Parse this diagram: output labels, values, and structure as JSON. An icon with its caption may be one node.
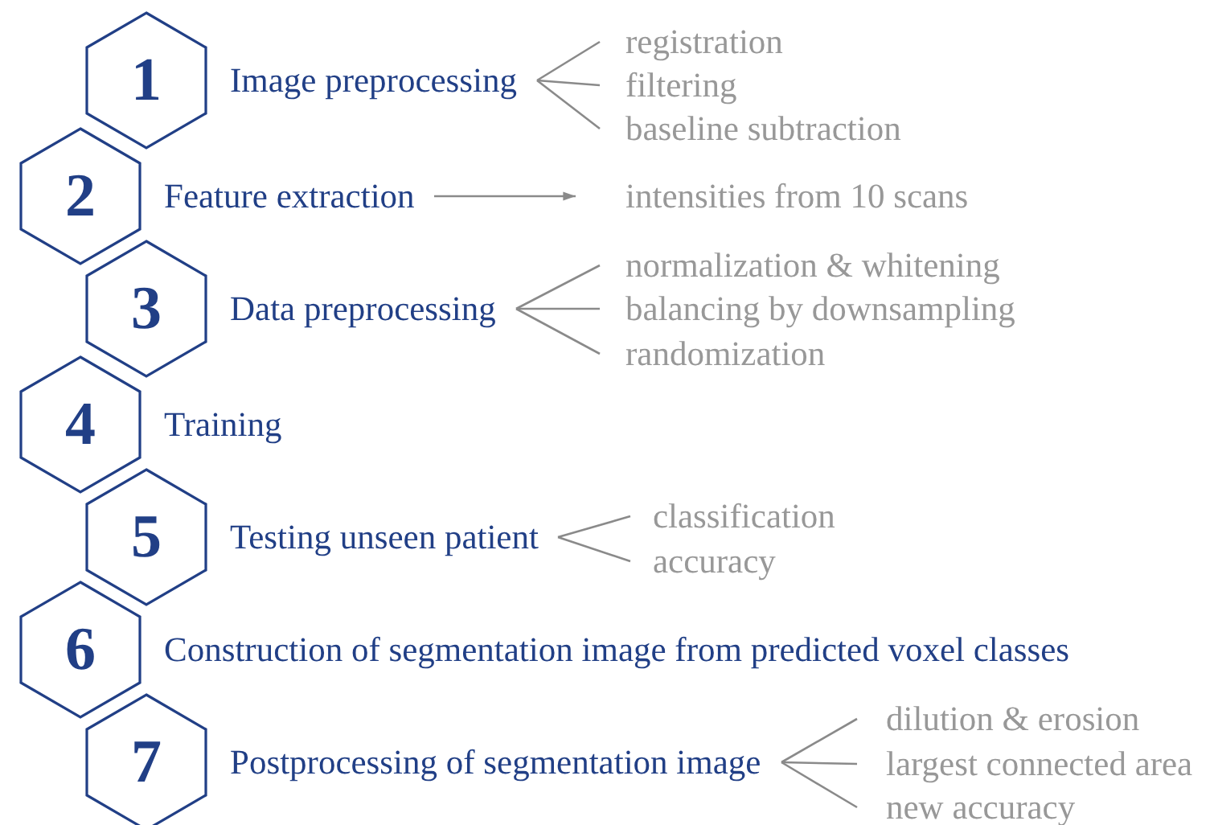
{
  "diagram": {
    "nodes": [
      {
        "text": [
          "1"
        ],
        "beside": [
          "Image preprocessing"
        ]
      },
      {
        "text": [
          "2"
        ],
        "beside": [
          "Feature extraction"
        ]
      },
      {
        "text": [
          "3"
        ],
        "beside": [
          "Data preprocessing"
        ]
      },
      {
        "text": [
          "4"
        ],
        "beside": [
          "Training"
        ]
      },
      {
        "text": [
          "5"
        ],
        "beside": [
          "Testing unseen patient"
        ]
      },
      {
        "text": [
          "6"
        ],
        "beside": [
          "Construction of segmentation image from predicted voxel classes"
        ]
      },
      {
        "text": [
          "7"
        ],
        "beside": [
          "Postprocessing of segmentation image"
        ]
      },
      {
        "text": [
          "registration"
        ]
      },
      {
        "text": [
          "filtering"
        ]
      },
      {
        "text": [
          "baseline subtraction"
        ]
      },
      {
        "text": [
          "intensities from 10 scans"
        ]
      },
      {
        "text": [
          "normalization & whitening"
        ]
      },
      {
        "text": [
          "balancing by downsampling"
        ]
      },
      {
        "text": [
          "randomization"
        ]
      },
      {
        "text": [
          "classification"
        ]
      },
      {
        "text": [
          "accuracy"
        ]
      },
      {
        "text": [
          "dilution & erosion"
        ]
      },
      {
        "text": [
          "largest connected area"
        ]
      },
      {
        "text": [
          "new accuracy"
        ]
      }
    ],
    "edges": [
      {
        "from": 0,
        "to": 7,
        "arrow": "none"
      },
      {
        "from": 0,
        "to": 8,
        "arrow": "none"
      },
      {
        "from": 0,
        "to": 9,
        "arrow": "none"
      },
      {
        "from": 1,
        "to": 10,
        "arrow": "to"
      },
      {
        "from": 2,
        "to": 11,
        "arrow": "none"
      },
      {
        "from": 2,
        "to": 12,
        "arrow": "none"
      },
      {
        "from": 2,
        "to": 13,
        "arrow": "none"
      },
      {
        "from": 4,
        "to": 14,
        "arrow": "none"
      },
      {
        "from": 4,
        "to": 15,
        "arrow": "none"
      },
      {
        "from": 6,
        "to": 16,
        "arrow": "none"
      },
      {
        "from": 6,
        "to": 17,
        "arrow": "none"
      },
      {
        "from": 6,
        "to": 18,
        "arrow": "none"
      }
    ]
  }
}
